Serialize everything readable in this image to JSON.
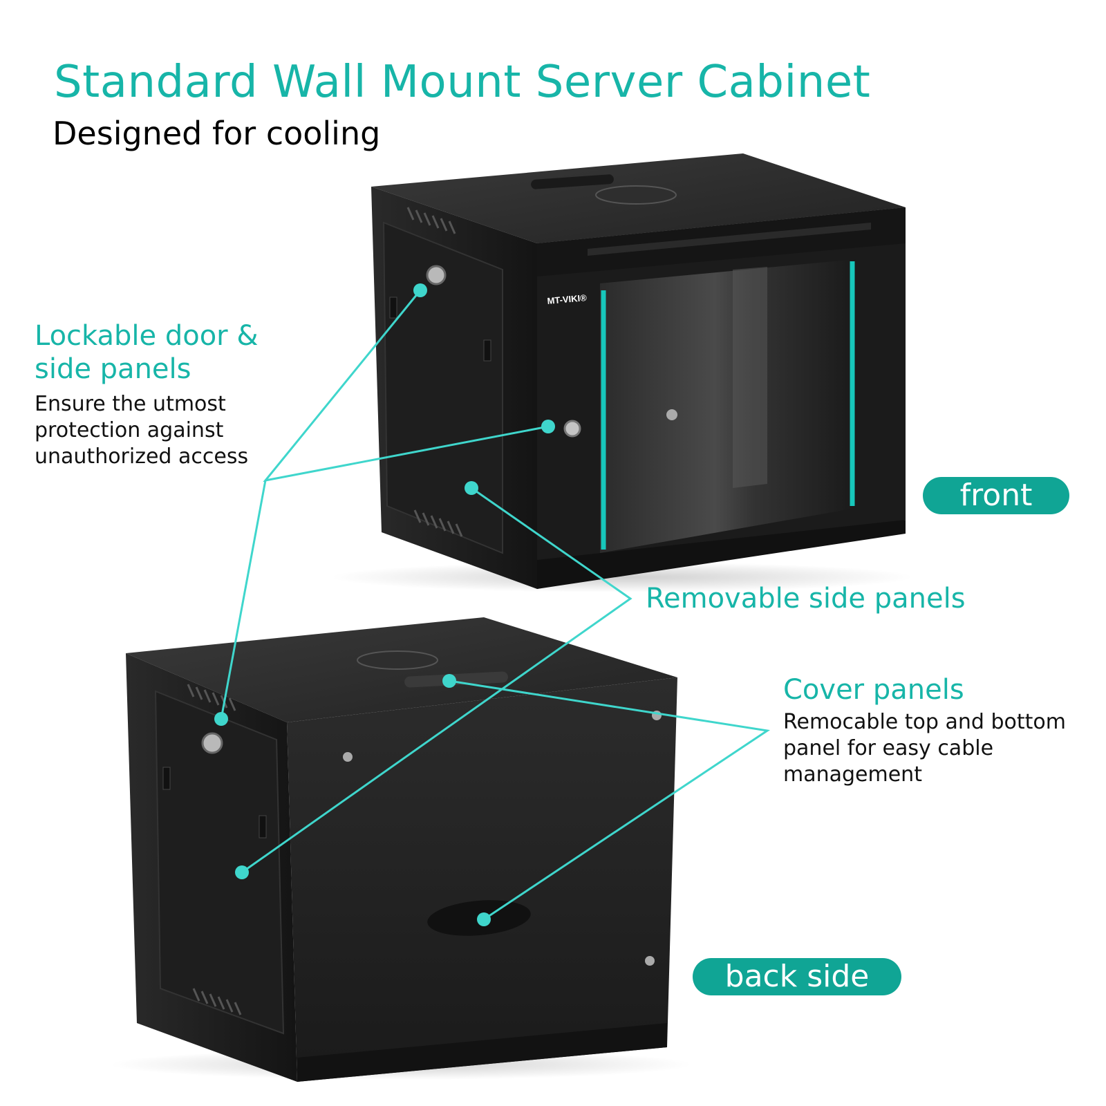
{
  "header": {
    "title": "Standard Wall Mount Server Cabinet",
    "subtitle": "Designed for cooling"
  },
  "callouts": {
    "lockable": {
      "heading_line1": "Lockable door &",
      "heading_line2": "side panels",
      "body_line1": "Ensure the utmost",
      "body_line2": "protection against",
      "body_line3": "unauthorized access"
    },
    "removable": {
      "heading": "Removable side panels"
    },
    "cover": {
      "heading": "Cover panels",
      "body_line1": "Remocable top and bottom",
      "body_line2": "panel for easy cable",
      "body_line3": "management"
    }
  },
  "labels": {
    "front": "front",
    "back": "back side"
  },
  "product": {
    "brand_logo": "MT-VIKI®"
  },
  "colors": {
    "accent": "#17b5a8",
    "pill": "#10a595",
    "leader_line": "#3fd6cc",
    "cabinet": "#1c1c1c"
  }
}
